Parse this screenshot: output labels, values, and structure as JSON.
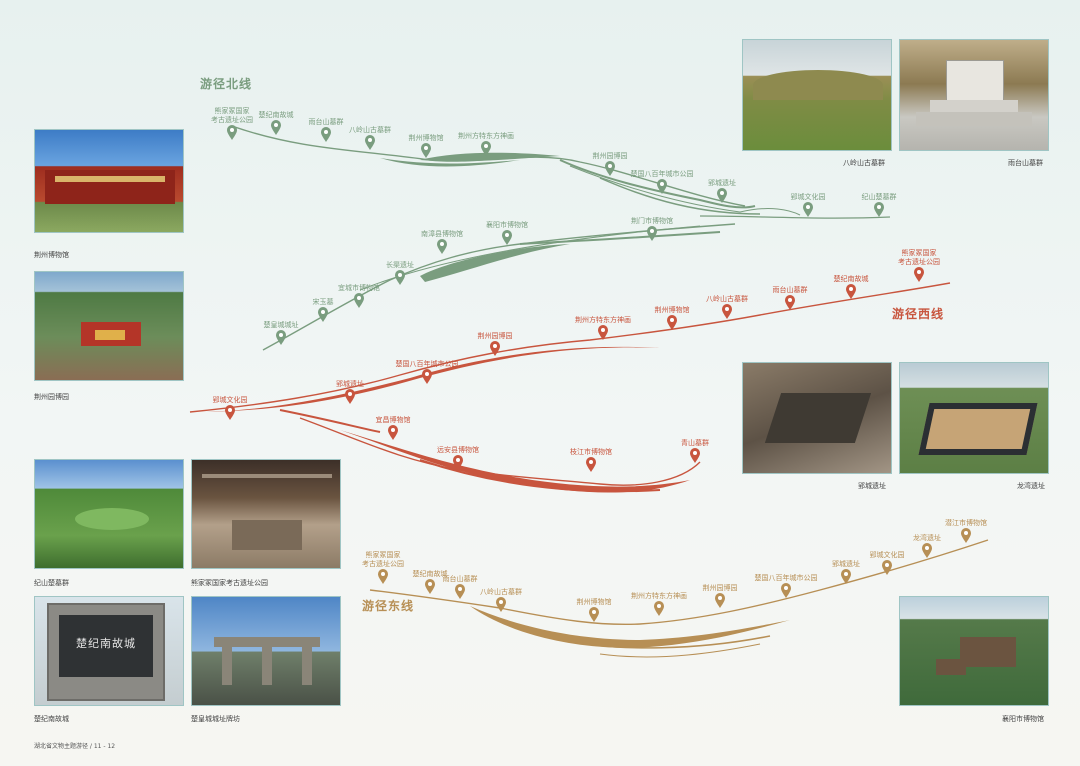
{
  "north_route": {
    "title": "游径北线",
    "row1": [
      "熊家冢国家\n考古遗址公园",
      "楚纪南故城",
      "雨台山墓群",
      "八岭山古墓群",
      "荆州博物馆",
      "荆州方特东方神画",
      "荆州园博园",
      "楚国八百年城市公园",
      "郢城遗址",
      "郢城文化园",
      "纪山楚墓群"
    ],
    "row2": [
      "楚皇城城址",
      "宋玉墓",
      "宜城市博物馆",
      "长渠遗址",
      "南漳县博物馆",
      "襄阳市博物馆",
      "荆门市博物馆"
    ]
  },
  "west_route": {
    "title": "游径西线",
    "row1": [
      "郢城文化园",
      "郢城遗址",
      "楚国八百年城市公园",
      "荆州园博园",
      "荆州方特东方神画",
      "荆州博物馆",
      "八岭山古墓群",
      "雨台山墓群",
      "楚纪南故城",
      "熊家冢国家\n考古遗址公园"
    ],
    "row2": [
      "宜昌博物馆",
      "远安县博物馆",
      "枝江市博物馆",
      "青山墓群"
    ]
  },
  "east_route": {
    "title": "游径东线",
    "stops": [
      "熊家冢国家\n考古遗址公园",
      "楚纪南故城",
      "雨台山墓群",
      "八岭山古墓群",
      "荆州博物馆",
      "荆州方特东方神画",
      "荆州园博园",
      "楚国八百年城市公园",
      "郢城遗址",
      "郢城文化园",
      "龙湾遗址",
      "潜江市博物馆"
    ]
  },
  "photos": [
    {
      "caption": "荆州博物馆",
      "icon": "museum-photo"
    },
    {
      "caption": "荆州园博园",
      "icon": "park-aerial-photo"
    },
    {
      "caption": "纪山楚墓群",
      "icon": "tomb-field-photo"
    },
    {
      "caption": "熊家冢国家考古遗址公园",
      "icon": "excavation-hall-photo"
    },
    {
      "caption": "楚纪南故城",
      "icon": "stele-photo",
      "stele_title": "楚纪南故城"
    },
    {
      "caption": "楚皇城城址牌坊",
      "icon": "gateway-photo"
    },
    {
      "caption": "八岭山古墓群",
      "icon": "mound-photo"
    },
    {
      "caption": "雨台山墓群",
      "icon": "monument-photo"
    },
    {
      "caption": "郢城遗址",
      "icon": "excavation-pit-photo"
    },
    {
      "caption": "龙湾遗址",
      "icon": "courtyard-aerial-photo"
    },
    {
      "caption": "襄阳市博物馆",
      "icon": "museum-aerial-photo"
    }
  ],
  "footer": "湖北省文物主题游径 / 11 - 12",
  "colors": {
    "north": "#7a9d7f",
    "west": "#c8553e",
    "east": "#b78f55",
    "frame": "#9fc5c4"
  }
}
